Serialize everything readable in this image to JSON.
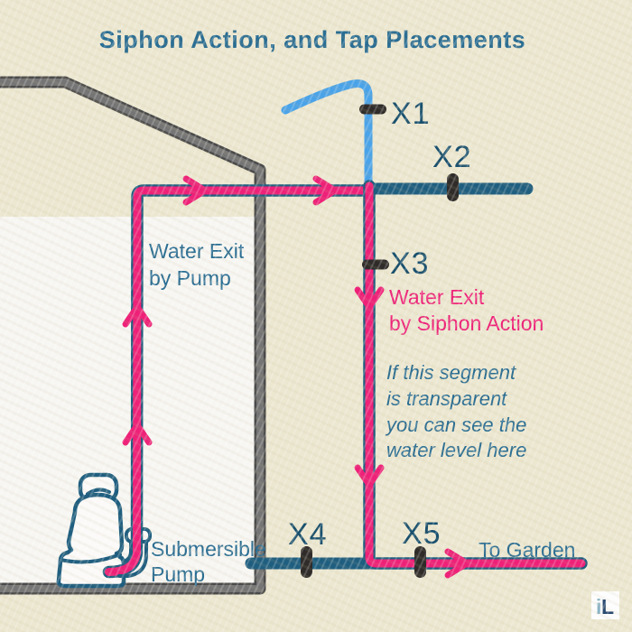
{
  "title": "Siphon Action, and Tap Placements",
  "tap_labels": {
    "x1": "X1",
    "x2": "X2",
    "x3": "X3",
    "x4": "X4",
    "x5": "X5"
  },
  "pump_exit": {
    "line1": "Water Exit",
    "line2": "by Pump"
  },
  "siphon_exit": {
    "line1": "Water Exit",
    "line2": "by Siphon Action"
  },
  "note": {
    "line1": "If this segment",
    "line2": "is transparent",
    "line3": "you can see the",
    "line4": "water level here"
  },
  "pump_label": {
    "line1": "Submersible",
    "line2": "Pump"
  },
  "garden_label": "To Garden",
  "logo": {
    "i": "i",
    "l": "L"
  },
  "colors": {
    "background": "#ece7d0",
    "water": "#f7f6f2",
    "tank_gray": "#757575",
    "tank_gray_dark": "#4a4a4a",
    "pink": "#ee2178",
    "pipe_teal": "#1f5e7f",
    "blue_pipe": "#4aa3e8",
    "text_teal": "#2a6d92",
    "label_teal": "#19506e",
    "tap_dark": "#2e2b29",
    "logo_i": "#8ab3c5",
    "logo_l": "#2b4a70"
  }
}
